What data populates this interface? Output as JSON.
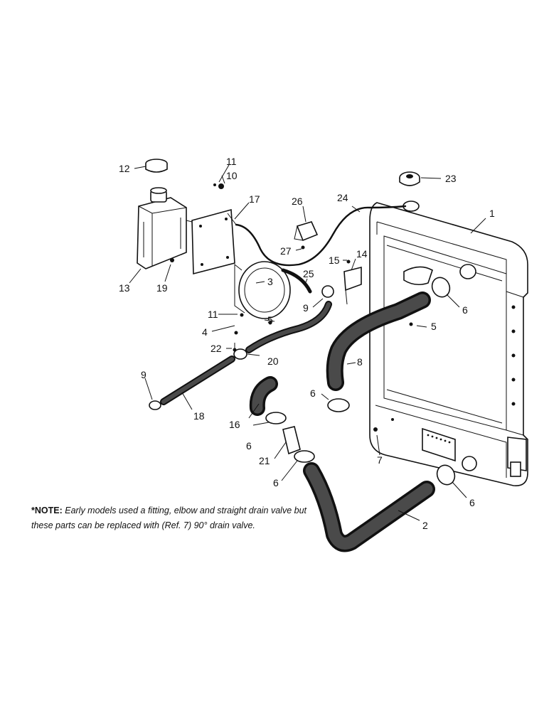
{
  "callouts": [
    {
      "id": "c1",
      "text": "1"
    },
    {
      "id": "c2",
      "text": "2"
    },
    {
      "id": "c3",
      "text": "3"
    },
    {
      "id": "c4",
      "text": "4"
    },
    {
      "id": "c5a",
      "text": "5"
    },
    {
      "id": "c5b",
      "text": "5"
    },
    {
      "id": "c6a",
      "text": "6"
    },
    {
      "id": "c6b",
      "text": "6"
    },
    {
      "id": "c6c",
      "text": "6"
    },
    {
      "id": "c6d",
      "text": "6"
    },
    {
      "id": "c6e",
      "text": "6"
    },
    {
      "id": "c7",
      "text": "7"
    },
    {
      "id": "c8",
      "text": "8"
    },
    {
      "id": "c9a",
      "text": "9"
    },
    {
      "id": "c9b",
      "text": "9"
    },
    {
      "id": "c10",
      "text": "10"
    },
    {
      "id": "c11a",
      "text": "11"
    },
    {
      "id": "c11b",
      "text": "11"
    },
    {
      "id": "c12",
      "text": "12"
    },
    {
      "id": "c13",
      "text": "13"
    },
    {
      "id": "c14",
      "text": "14"
    },
    {
      "id": "c15",
      "text": "15"
    },
    {
      "id": "c16",
      "text": "16"
    },
    {
      "id": "c17",
      "text": "17"
    },
    {
      "id": "c18",
      "text": "18"
    },
    {
      "id": "c19",
      "text": "19"
    },
    {
      "id": "c20",
      "text": "20"
    },
    {
      "id": "c21",
      "text": "21"
    },
    {
      "id": "c22",
      "text": "22"
    },
    {
      "id": "c23",
      "text": "23"
    },
    {
      "id": "c24",
      "text": "24"
    },
    {
      "id": "c25",
      "text": "25"
    },
    {
      "id": "c26",
      "text": "26"
    },
    {
      "id": "c27",
      "text": "27"
    }
  ],
  "note": {
    "label": "*NOTE:",
    "text": "Early models used a fitting, elbow and straight drain valve but these parts can be replaced with (Ref. 7) 90° drain valve."
  }
}
